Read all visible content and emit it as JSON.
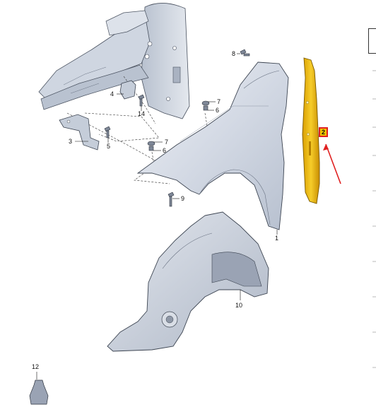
{
  "diagram": {
    "highlight_color": "#f1c500",
    "highlight_border_color": "#e02020",
    "arrow_color": "#e02020",
    "part_fill_color": "#c9d2e0",
    "labels": {
      "p1": "1",
      "p2": "2",
      "p3": "3",
      "p4": "4",
      "p5": "5",
      "p6a": "6",
      "p6b": "6",
      "p7a": "7",
      "p7b": "7",
      "p8": "8",
      "p9": "9",
      "p10": "10",
      "p12": "12",
      "p14": "14"
    },
    "highlighted_part": "2",
    "parts": [
      {
        "id": "1",
        "name": "front-fender"
      },
      {
        "id": "2",
        "name": "fender-bracket-highlighted"
      },
      {
        "id": "3",
        "name": "mounting-bracket"
      },
      {
        "id": "4",
        "name": "bracket-clip"
      },
      {
        "id": "5",
        "name": "bolt"
      },
      {
        "id": "6",
        "name": "nut"
      },
      {
        "id": "7",
        "name": "washer"
      },
      {
        "id": "8",
        "name": "bolt"
      },
      {
        "id": "9",
        "name": "stud-bolt"
      },
      {
        "id": "10",
        "name": "wheel-arch-liner"
      },
      {
        "id": "12",
        "name": "sealing-bag"
      },
      {
        "id": "14",
        "name": "screw"
      }
    ]
  }
}
